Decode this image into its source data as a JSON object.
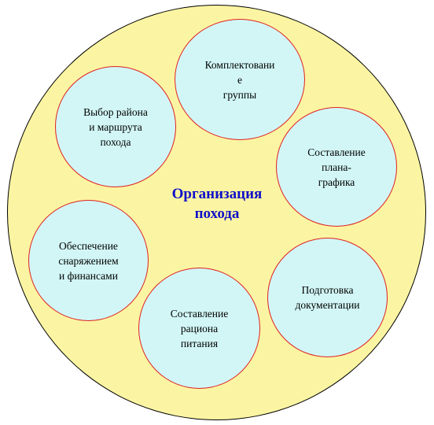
{
  "diagram": {
    "title_lines": [
      "Организация",
      "похода"
    ],
    "nodes": [
      {
        "id": "team",
        "label": "Комплектовани\nе\nгруппы"
      },
      {
        "id": "schedule",
        "label": "Составление\nплана-\nграфика"
      },
      {
        "id": "documents",
        "label": "Подготовка\nдокументации"
      },
      {
        "id": "diet",
        "label": "Составление\nрациона\nпитания"
      },
      {
        "id": "equipment",
        "label": "Обеспечение\nснаряжением\nи финансами"
      },
      {
        "id": "route",
        "label": "Выбор района\nи маршрута\nпохода"
      }
    ]
  },
  "colors": {
    "outer_fill": "#fbf5a3",
    "node_fill": "#d2f6f6",
    "node_border": "#e02020",
    "title_text": "#1010c8"
  }
}
